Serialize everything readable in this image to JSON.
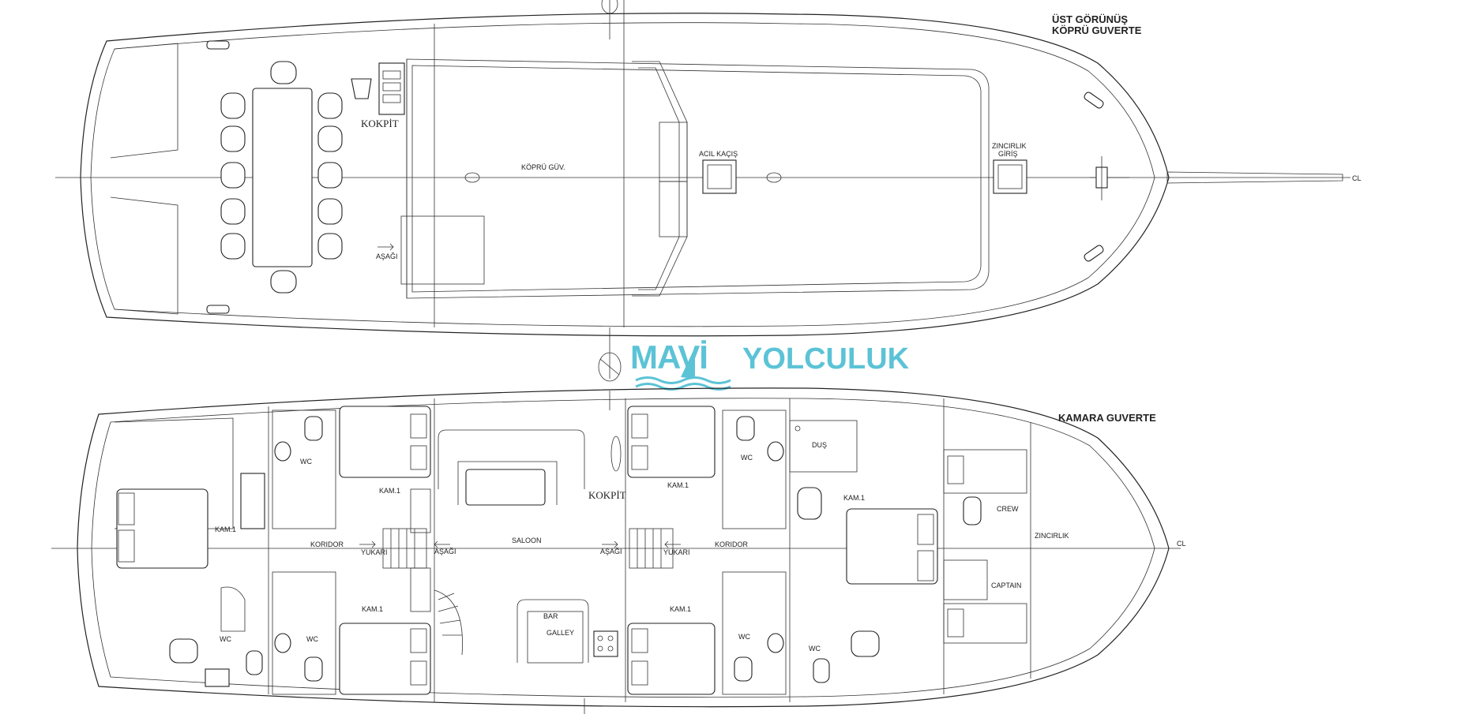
{
  "top_view": {
    "title_line1": "ÜST GÖRÜNÜŞ",
    "title_line2": "KÖPRÜ GUVERTE",
    "labels": {
      "cockpit": "KOKPİT",
      "bridge_deck": "KÖPRÜ GÜV.",
      "emergency_exit": "ACIL KAÇIŞ",
      "chain_entry_1": "ZINCIRLIK",
      "chain_entry_2": "GİRİŞ",
      "down": "AŞAĞI",
      "centerline": "CL"
    }
  },
  "bottom_view": {
    "title": "KAMARA GUVERTE",
    "labels": {
      "cabin": "KAM.1",
      "wc": "WC",
      "corridor": "KORIDOR",
      "up": "YUKARI",
      "down": "AŞAĞI",
      "saloon": "SALOON",
      "cockpit": "KOKPİT",
      "bar": "BAR",
      "galley": "GALLEY",
      "shower": "DUŞ",
      "crew": "CREW",
      "captain": "CAPTAIN",
      "chain_locker": "ZINCIRLIK",
      "centerline": "CL"
    }
  },
  "logo": {
    "brand_a": "MAVİ",
    "brand_b": "YOLCULUK",
    "color": "#5cc3d6"
  }
}
